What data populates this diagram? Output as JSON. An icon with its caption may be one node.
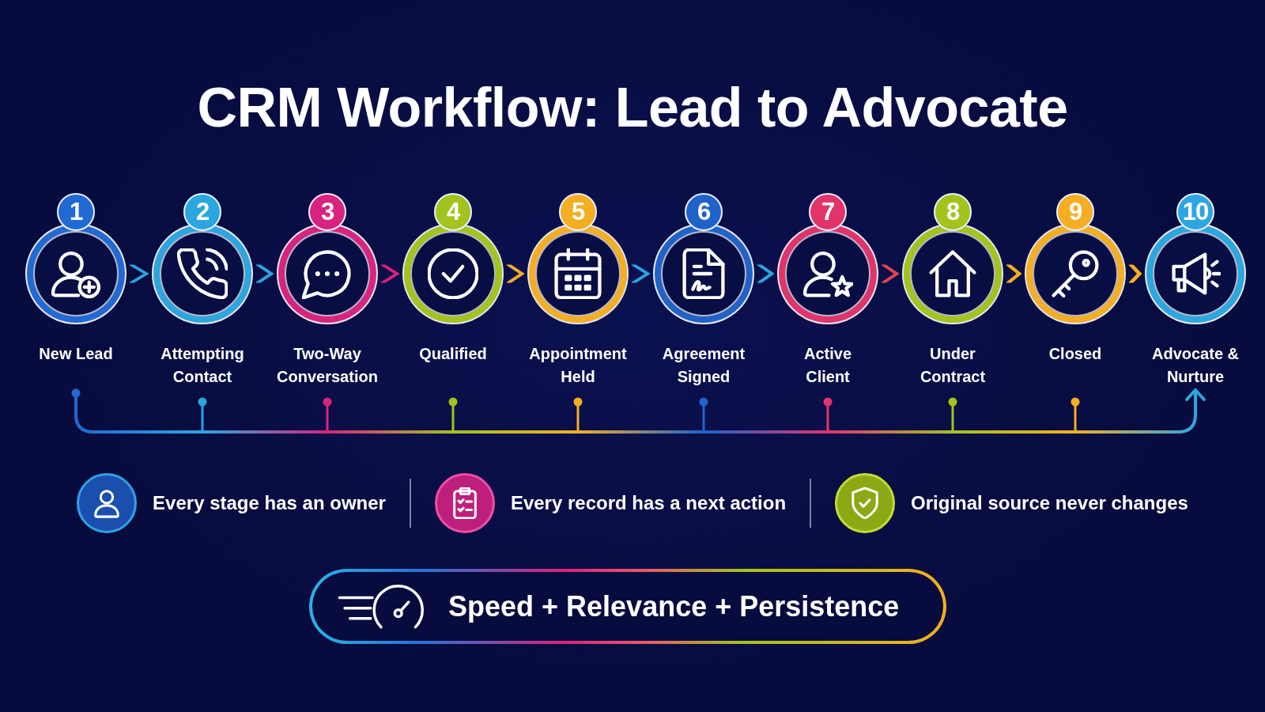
{
  "diagram": {
    "title": "CRM Workflow: Lead to Advocate",
    "nodes": [
      {
        "text": [
          "1",
          "New Lead"
        ]
      },
      {
        "text": [
          "2",
          "Attempting Contact"
        ]
      },
      {
        "text": [
          "3",
          "Two-Way Conversation"
        ]
      },
      {
        "text": [
          "4",
          "Qualified"
        ]
      },
      {
        "text": [
          "5",
          "Appointment Held"
        ]
      },
      {
        "text": [
          "6",
          "Agreement Signed"
        ]
      },
      {
        "text": [
          "7",
          "Active Client"
        ]
      },
      {
        "text": [
          "8",
          "Under Contract"
        ]
      },
      {
        "text": [
          "9",
          "Closed"
        ]
      },
      {
        "text": [
          "10",
          "Advocate & Nurture"
        ]
      },
      {
        "text": [
          "Speed + Relevance + Persistence"
        ]
      }
    ],
    "edges": [
      {
        "from": 0,
        "to": 1,
        "arrow": "to"
      },
      {
        "from": 1,
        "to": 2,
        "arrow": "to"
      },
      {
        "from": 2,
        "to": 3,
        "arrow": "to",
        "color": "#d8247e"
      },
      {
        "from": 3,
        "to": 4,
        "arrow": "to",
        "color": "#f5ae22"
      },
      {
        "from": 4,
        "to": 5,
        "arrow": "to"
      },
      {
        "from": 5,
        "to": 6,
        "arrow": "to"
      },
      {
        "from": 6,
        "to": 7,
        "arrow": "to",
        "color": "#e5464f"
      },
      {
        "from": 7,
        "to": 8,
        "arrow": "to",
        "color": "#f5ae22"
      },
      {
        "from": 8,
        "to": 9,
        "arrow": "to",
        "color": "#f5ae22"
      },
      {
        "from": 0,
        "to": 9,
        "arrow": "to"
      }
    ],
    "labels": [
      "Every stage has an owner",
      "Every record has a next action",
      "Original source never changes"
    ]
  }
}
